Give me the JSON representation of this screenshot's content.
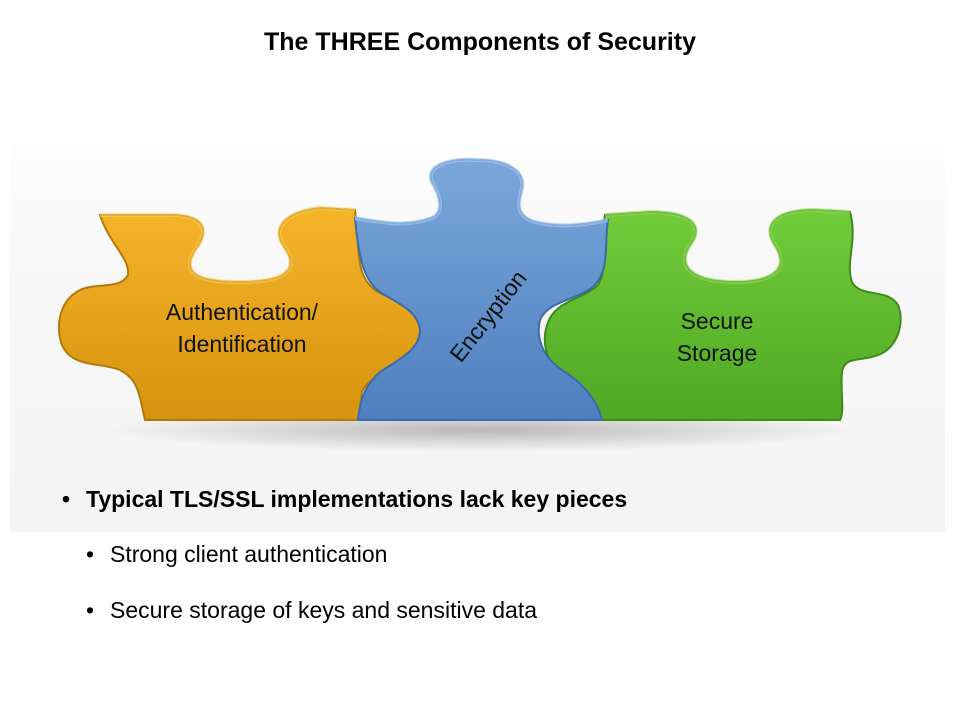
{
  "title": "The THREE Components of Security",
  "puzzle": {
    "pieces": [
      {
        "label_line1": "Authentication/",
        "label_line2": "Identification",
        "color": "#E6A317"
      },
      {
        "label": "Encryption",
        "color": "#5A8CC8"
      },
      {
        "label_line1": "Secure",
        "label_line2": "Storage",
        "color": "#5CB82A"
      }
    ]
  },
  "bullets": [
    {
      "text": "Typical TLS/SSL implementations lack key pieces",
      "level": 1
    },
    {
      "text": "Strong client authentication",
      "level": 2
    },
    {
      "text": "Secure storage of keys and sensitive data",
      "level": 2
    }
  ],
  "bullet_symbol": "•"
}
